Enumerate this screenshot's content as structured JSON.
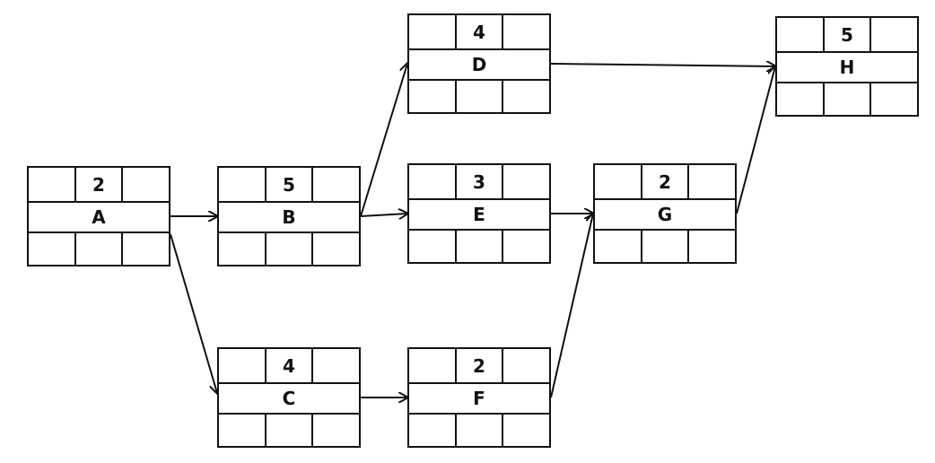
{
  "nodes": [
    {
      "id": "A",
      "duration": "2"
    },
    {
      "id": "B",
      "duration": "5"
    },
    {
      "id": "C",
      "duration": "4"
    },
    {
      "id": "D",
      "duration": "4"
    },
    {
      "id": "E",
      "duration": "3"
    },
    {
      "id": "F",
      "duration": "2"
    },
    {
      "id": "G",
      "duration": "2"
    },
    {
      "id": "H",
      "duration": "5"
    }
  ],
  "edges": [
    {
      "from": "A",
      "to": "B"
    },
    {
      "from": "A",
      "to": "C"
    },
    {
      "from": "B",
      "to": "D"
    },
    {
      "from": "B",
      "to": "E"
    },
    {
      "from": "C",
      "to": "F"
    },
    {
      "from": "E",
      "to": "G"
    },
    {
      "from": "F",
      "to": "G"
    },
    {
      "from": "D",
      "to": "H"
    },
    {
      "from": "G",
      "to": "H"
    }
  ]
}
